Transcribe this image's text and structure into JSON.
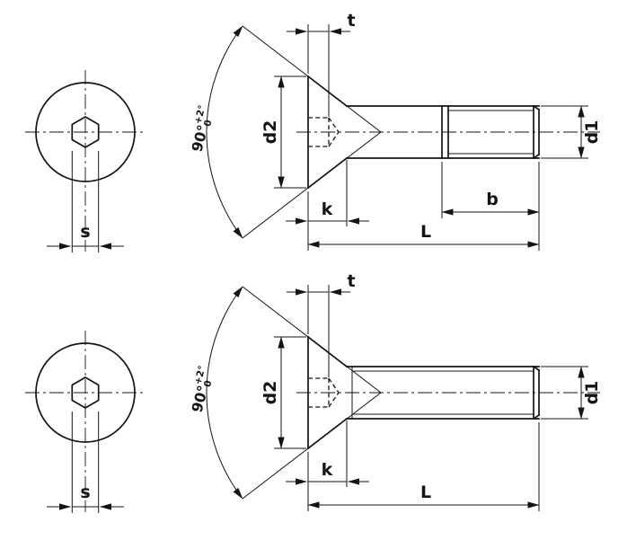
{
  "page": {
    "background": "#ffffff",
    "line_color": "#141414"
  },
  "labels": {
    "socket_width": "s",
    "socket_depth": "t",
    "head_diameter": "d2",
    "head_height": "k",
    "thread_length": "b",
    "total_length": "L",
    "thread_diameter": "d1",
    "countersink_angle": "90°",
    "angle_tolerance_upper": "+2°",
    "angle_tolerance_lower": "0"
  }
}
